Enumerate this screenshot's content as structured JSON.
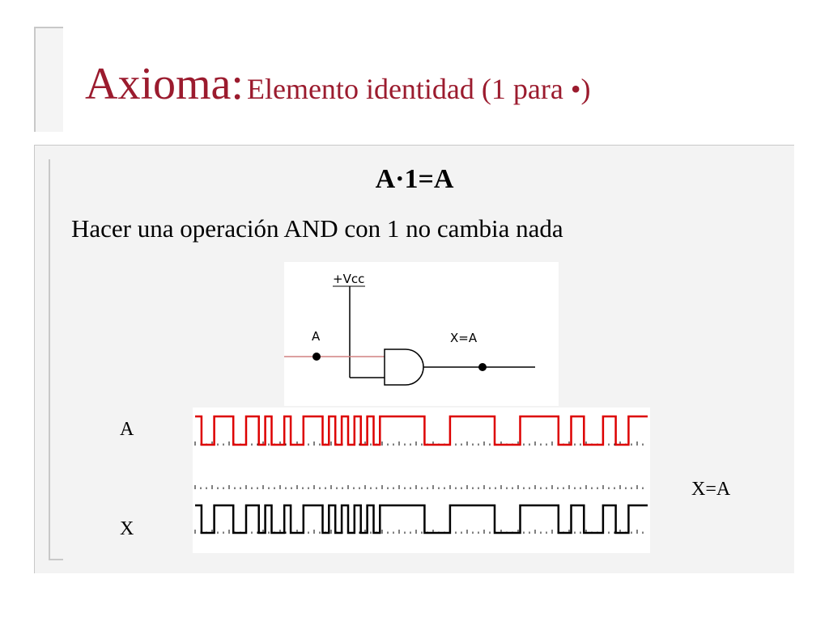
{
  "slide": {
    "title_main": "Axioma:",
    "title_sub": "Elemento identidad (1 para •)",
    "formula": "A·1=A",
    "description": "Hacer una operación AND con 1 no cambia nada"
  },
  "circuit": {
    "vcc_label": "+Vcc",
    "input_label": "A",
    "output_label": "X=A"
  },
  "waveforms": {
    "label_a": "A",
    "label_x": "X",
    "label_result": "X=A",
    "signal_pattern": [
      1,
      0,
      0,
      1,
      1,
      1,
      0,
      0,
      1,
      1,
      0,
      1,
      0,
      0,
      1,
      0,
      0,
      1,
      1,
      1,
      0,
      1,
      0,
      1,
      0,
      1,
      0,
      1,
      0,
      1,
      1,
      1,
      1,
      1,
      1,
      1,
      0,
      0,
      0,
      0,
      1,
      1,
      1,
      1,
      1,
      1,
      1,
      0,
      0,
      0,
      0,
      1,
      1,
      1,
      1,
      1,
      1,
      0,
      0,
      1,
      1,
      0,
      0,
      0,
      1,
      1,
      0,
      0,
      1,
      1,
      1
    ],
    "colors": {
      "a_signal": "#dd0000",
      "x_signal": "#000000"
    }
  },
  "colors": {
    "title": "#9b1b2e",
    "panel_bg": "#f3f3f3",
    "input_wire": "#d08080"
  }
}
